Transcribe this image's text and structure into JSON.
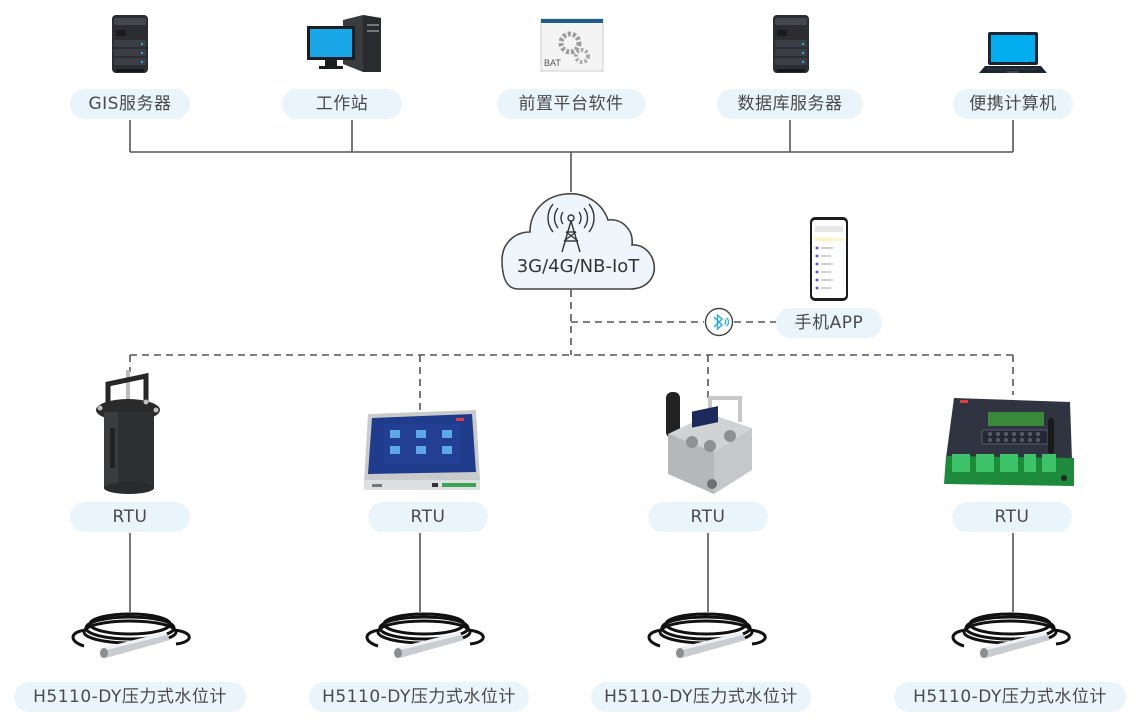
{
  "diagram": {
    "top_nodes": [
      {
        "label": "GIS服务器",
        "icon": "server-icon"
      },
      {
        "label": "工作站",
        "icon": "workstation-icon"
      },
      {
        "label": "前置平台软件",
        "icon": "bat-software-icon"
      },
      {
        "label": "数据库服务器",
        "icon": "server-icon"
      },
      {
        "label": "便携计算机",
        "icon": "laptop-icon"
      }
    ],
    "network": {
      "label": "3G/4G/NB-IoT",
      "icon": "cell-tower-icon"
    },
    "mobile": {
      "label": "手机APP",
      "icon": "smartphone-icon",
      "link_icon": "bluetooth-icon"
    },
    "rtus": [
      {
        "label": "RTU",
        "icon": "rtu-cylinder-icon"
      },
      {
        "label": "RTU",
        "icon": "rtu-touchscreen-icon"
      },
      {
        "label": "RTU",
        "icon": "rtu-compact-icon"
      },
      {
        "label": "RTU",
        "icon": "rtu-terminal-board-icon"
      }
    ],
    "sensors": [
      {
        "label": "H5110-DY压力式水位计",
        "icon": "pressure-sensor-icon"
      },
      {
        "label": "H5110-DY压力式水位计",
        "icon": "pressure-sensor-icon"
      },
      {
        "label": "H5110-DY压力式水位计",
        "icon": "pressure-sensor-icon"
      },
      {
        "label": "H5110-DY压力式水位计",
        "icon": "pressure-sensor-icon"
      }
    ],
    "colors": {
      "pill_bg": "#eaf4fb",
      "line": "#555555",
      "cloud_fill": "#eef6fc",
      "bluetooth": "#29a8e0",
      "screen_blue": "#1aa7e8"
    }
  }
}
